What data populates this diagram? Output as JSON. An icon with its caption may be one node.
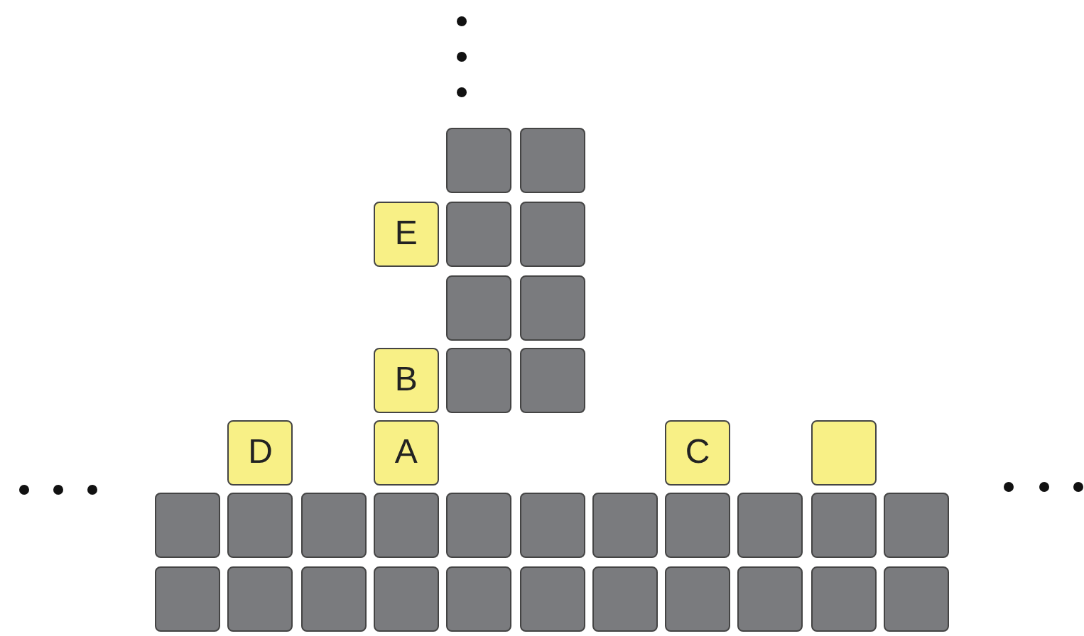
{
  "diagram": {
    "nodes": [
      {
        "text": [],
        "shape": "box"
      },
      {
        "text": [],
        "shape": "box"
      },
      {
        "text": [
          "E"
        ]
      },
      {
        "text": [],
        "shape": "box"
      },
      {
        "text": [],
        "shape": "box"
      },
      {
        "text": [],
        "shape": "box"
      },
      {
        "text": [],
        "shape": "box"
      },
      {
        "text": [
          "B"
        ]
      },
      {
        "text": [],
        "shape": "box"
      },
      {
        "text": [],
        "shape": "box"
      },
      {
        "text": [
          "D"
        ]
      },
      {
        "text": [
          "A"
        ]
      },
      {
        "text": [
          "C"
        ]
      },
      {
        "text": [],
        "shape": "box"
      },
      {
        "text": [],
        "shape": "box"
      },
      {
        "text": [],
        "shape": "box"
      },
      {
        "text": [],
        "shape": "box"
      },
      {
        "text": [],
        "shape": "box"
      },
      {
        "text": [],
        "shape": "box"
      },
      {
        "text": [],
        "shape": "box"
      },
      {
        "text": [],
        "shape": "box"
      },
      {
        "text": [],
        "shape": "box"
      },
      {
        "text": [],
        "shape": "box"
      },
      {
        "text": [],
        "shape": "box"
      },
      {
        "text": [],
        "shape": "box"
      },
      {
        "text": [],
        "shape": "box"
      },
      {
        "text": [],
        "shape": "box"
      },
      {
        "text": [],
        "shape": "box"
      },
      {
        "text": [],
        "shape": "box"
      },
      {
        "text": [],
        "shape": "box"
      },
      {
        "text": [],
        "shape": "box"
      },
      {
        "text": [],
        "shape": "box"
      },
      {
        "text": [],
        "shape": "box"
      },
      {
        "text": [],
        "shape": "box"
      },
      {
        "text": [],
        "shape": "box"
      },
      {
        "text": [],
        "shape": "box"
      }
    ],
    "edges": []
  }
}
